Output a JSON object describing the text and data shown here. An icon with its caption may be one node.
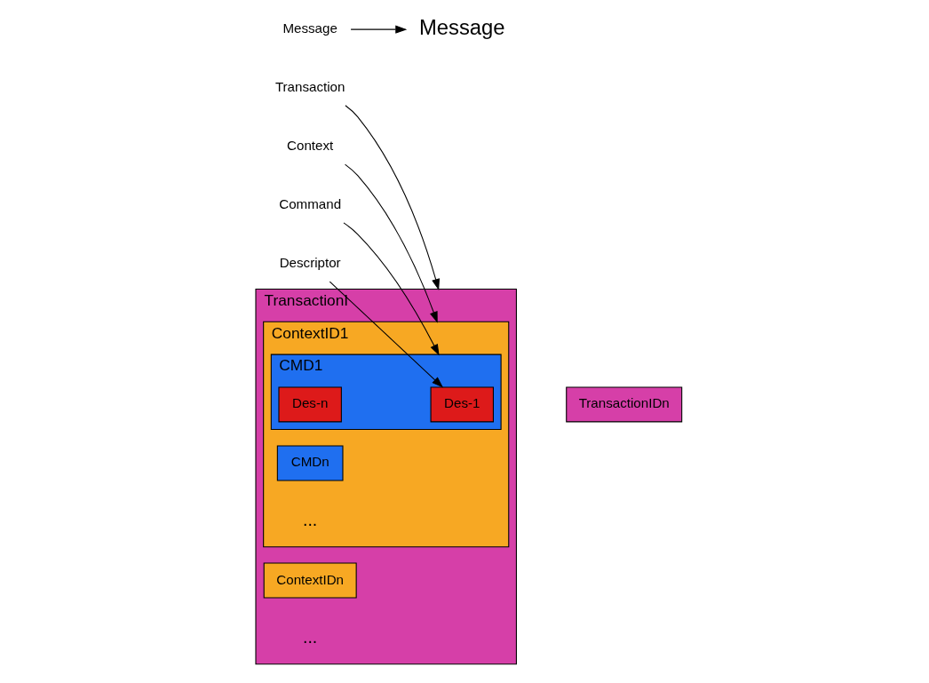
{
  "diagram": {
    "nodes": [
      {
        "text": [
          "Message"
        ]
      },
      {
        "text": [
          "Message"
        ]
      },
      {
        "text": [
          "Transaction"
        ]
      },
      {
        "text": [
          "Context"
        ]
      },
      {
        "text": [
          "Command"
        ]
      },
      {
        "text": [
          "Descriptor"
        ]
      },
      {
        "text": [
          "TransactionI"
        ]
      },
      {
        "text": [
          "ContextID1"
        ],
        "in": 6
      },
      {
        "text": [
          "CMD1"
        ],
        "in": 7
      },
      {
        "text": [
          "Des-1"
        ],
        "in": 8
      },
      {
        "text": [
          "Des-n"
        ],
        "in": 8
      },
      {
        "text": [
          "CMDn"
        ],
        "in": 7
      },
      {
        "text": [
          "ContextIDn"
        ],
        "in": 6
      },
      {
        "text": [
          "TransactionIDn"
        ]
      }
    ],
    "edges": [
      {
        "from": 0,
        "to": 1,
        "arrow": "to"
      },
      {
        "from": 2,
        "to": 6,
        "arrow": "to"
      },
      {
        "from": 3,
        "to": 7,
        "arrow": "to"
      },
      {
        "from": 4,
        "to": 8,
        "arrow": "to"
      },
      {
        "from": 5,
        "to": 9,
        "arrow": "to"
      }
    ],
    "labels": [
      "...",
      "..."
    ]
  }
}
